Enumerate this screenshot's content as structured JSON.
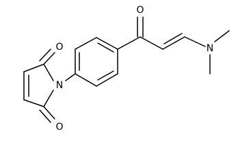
{
  "atoms": {
    "oxygen_ketone": "O",
    "nitrogen_amine": "N",
    "nitrogen_imide": "N",
    "oxygen_imide_top": "O",
    "oxygen_imide_bottom": "O"
  }
}
